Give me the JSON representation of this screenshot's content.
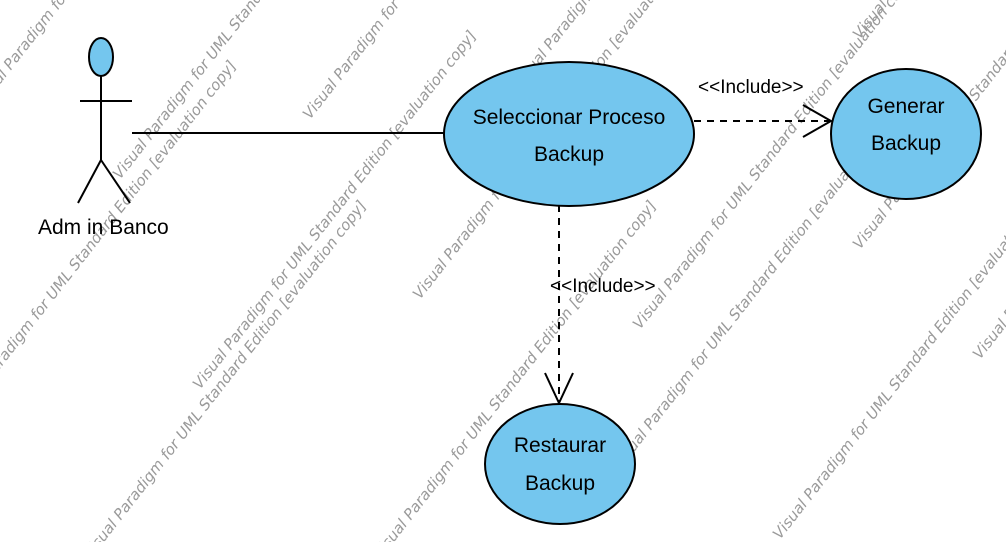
{
  "diagram": {
    "type": "uml-use-case",
    "colors": {
      "usecase_fill": "#74c6ee",
      "stroke": "#000000",
      "watermark": "#9a9a9a"
    },
    "watermark": "Visual Paradigm for UML Standard Edition [evaluation copy]",
    "actor": {
      "label": "Adm in Banco"
    },
    "use_cases": {
      "seleccionar": {
        "line1": "Seleccionar Proceso",
        "line2": "Backup"
      },
      "generar": {
        "line1": "Generar",
        "line2": "Backup"
      },
      "restaurar": {
        "line1": "Restaurar",
        "line2": "Backup"
      }
    },
    "relations": {
      "include_generar": "<<Include>>",
      "include_restaurar": "<<Include>>"
    }
  }
}
